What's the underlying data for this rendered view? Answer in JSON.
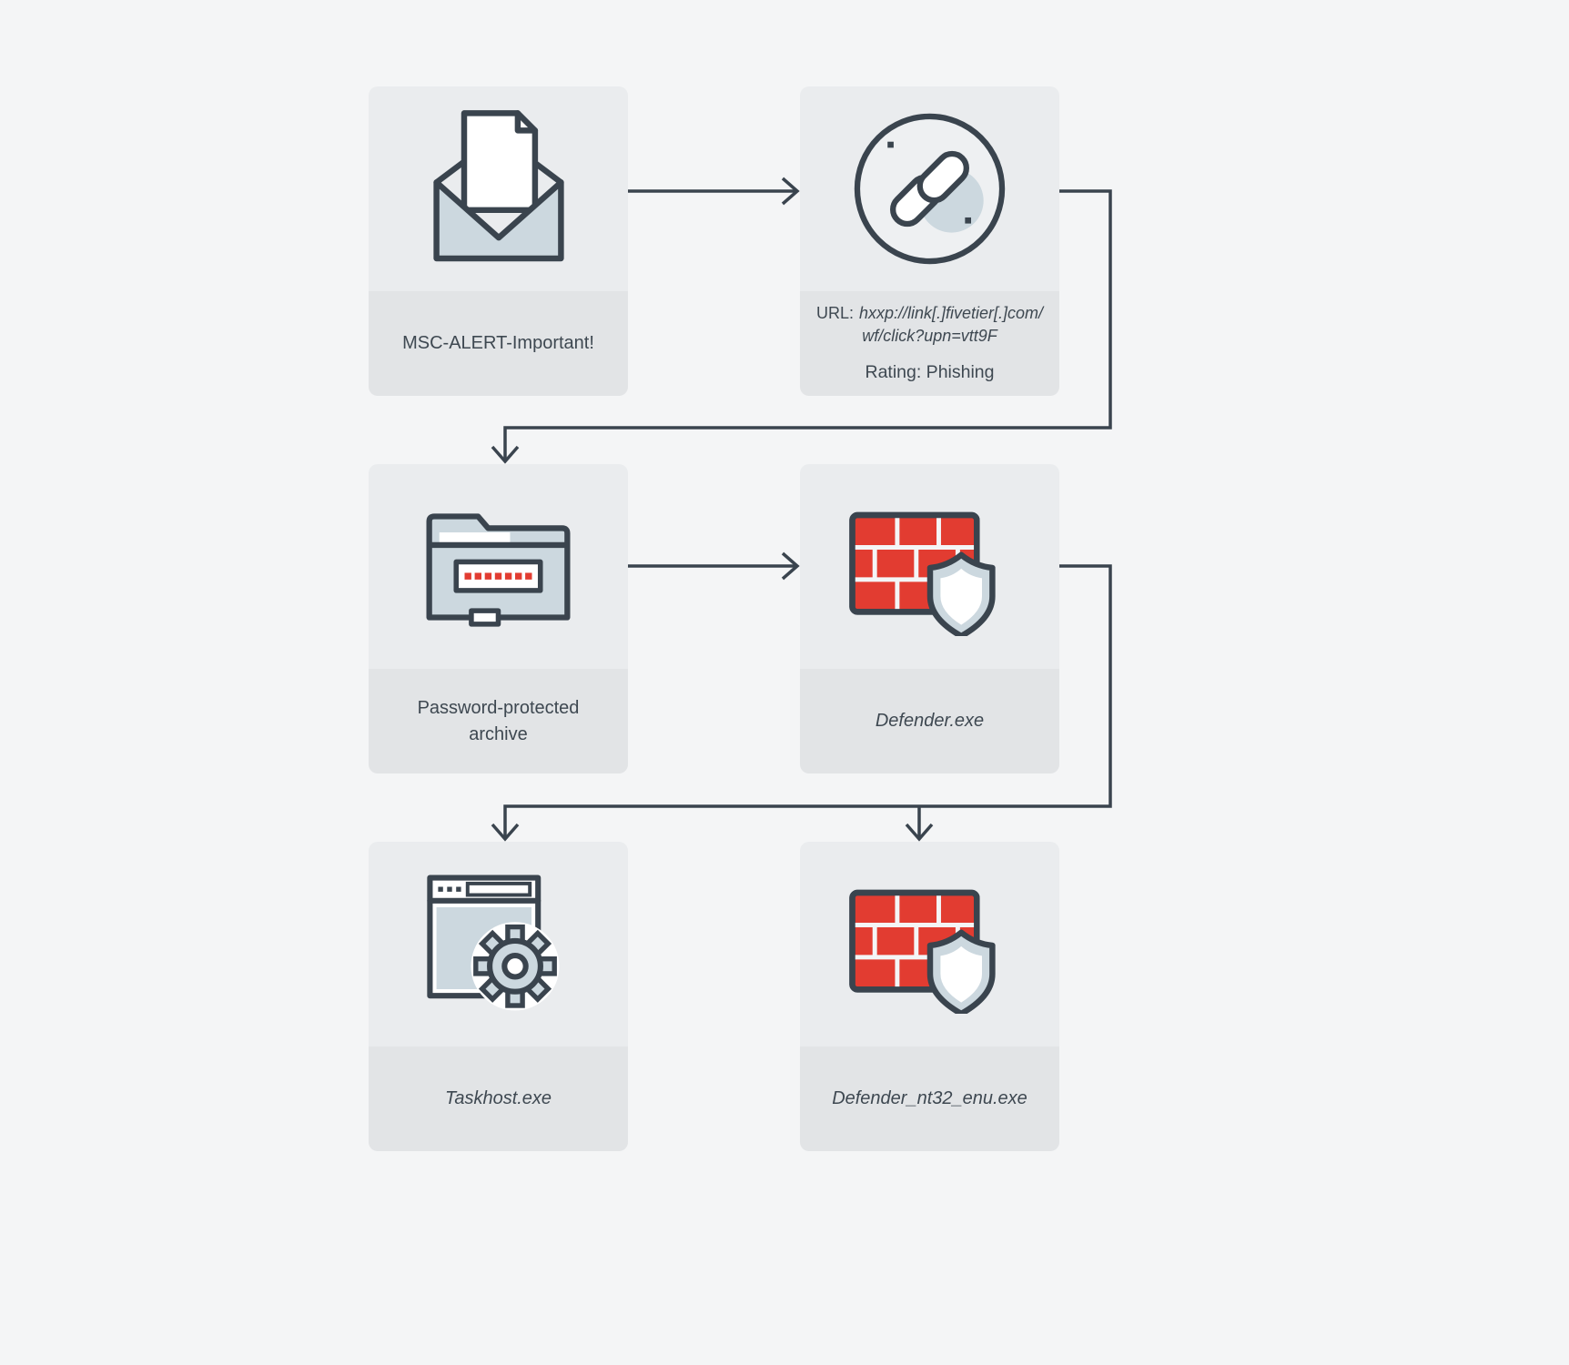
{
  "page": {
    "background": "#f4f5f6"
  },
  "colors": {
    "outline": "#3a444e",
    "brick_red": "#e23c31",
    "card_icon_bg": "#eaecee",
    "card_label_bg": "#e2e4e6",
    "accent_fill": "#ccd8df",
    "text": "#3e4851"
  },
  "nodes": {
    "email": {
      "icon": "open-envelope-letter-icon",
      "label": "MSC-ALERT-Important!"
    },
    "link": {
      "icon": "chain-link-circle-icon",
      "url_label": "URL:",
      "url_line1": "hxxp://link[.]fivetier[.]com/",
      "url_line2": "wf/click?upn=vtt9F",
      "rating": "Rating: Phishing"
    },
    "archive": {
      "icon": "password-folder-icon",
      "label_line1": "Password-protected",
      "label_line2": "archive"
    },
    "defender": {
      "icon": "firewall-shield-icon",
      "label": "Defender.exe"
    },
    "taskhost": {
      "icon": "app-window-gear-icon",
      "label": "Taskhost.exe"
    },
    "defender_nt32": {
      "icon": "firewall-shield-icon",
      "label": "Defender_nt32_enu.exe"
    }
  }
}
